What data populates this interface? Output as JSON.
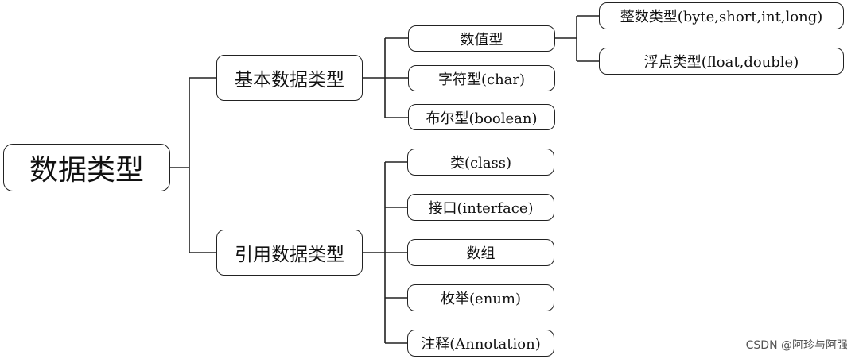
{
  "root": {
    "label": "数据类型"
  },
  "basic": {
    "label": "基本数据类型",
    "numeric": {
      "label": "数值型",
      "integer": "整数类型(byte,short,int,long)",
      "float": "浮点类型(float,double)"
    },
    "char": "字符型(char)",
    "boolean": "布尔型(boolean)"
  },
  "reference": {
    "label": "引用数据类型",
    "class": "类(class)",
    "interface": "接口(interface)",
    "array": "数组",
    "enum": "枚举(enum)",
    "annotation": "注释(Annotation)"
  },
  "watermark": "CSDN @阿珍与阿强"
}
